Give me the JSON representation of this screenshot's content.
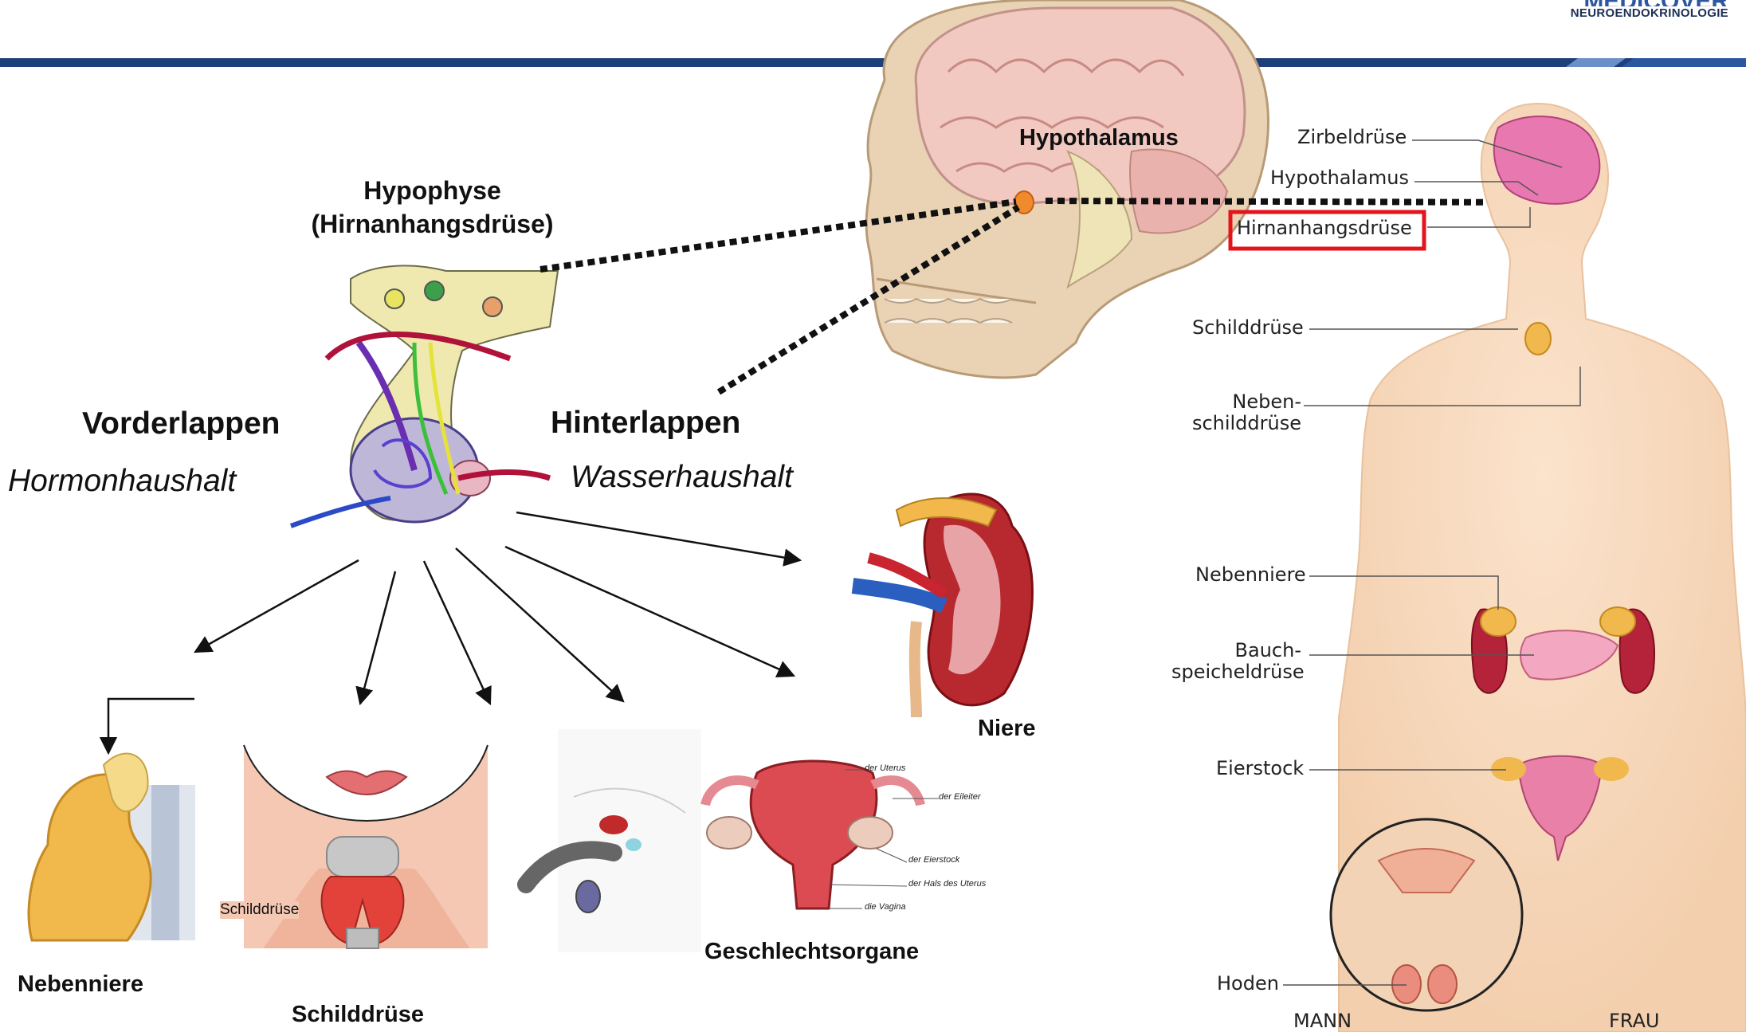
{
  "header": {
    "logo_text": "MEDICOVER",
    "logo_subtitle": "NEUROENDOKRINOLOGIE",
    "colors": {
      "bar": "#1f3f7a",
      "highlight": "#e3141b"
    }
  },
  "center": {
    "hypothalamus": "Hypothalamus",
    "hypophyse_line1": "Hypophyse",
    "hypophyse_line2": "(Hirnanhangsdrüse)",
    "vorderlappen": "Vorderlappen",
    "vorderlappen_role": "Hormonhaushalt",
    "hinterlappen": "Hinterlappen",
    "hinterlappen_role": "Wasserhaushalt"
  },
  "targets": {
    "nebenniere": "Nebenniere",
    "schilddruese": "Schilddrüse",
    "schilddruese_inset": "Schilddrüse",
    "geschlechtsorgane": "Geschlechtsorgane",
    "niere": "Niere",
    "uterus_labels": [
      "der Uterus",
      "der Eileiter",
      "der Eierstock",
      "der Hals des Uterus",
      "die Vagina"
    ]
  },
  "body_figure": {
    "zirbeldruese": "Zirbeldrüse",
    "hypothalamus": "Hypothalamus",
    "hirnanhangsdruese": "Hirnanhangsdrüse",
    "schilddruese": "Schilddrüse",
    "nebenschilddruese_1": "Neben-",
    "nebenschilddruese_2": "schilddrüse",
    "nebenniere": "Nebenniere",
    "bauch_1": "Bauch-",
    "bauch_2": "speicheldrüse",
    "eierstock": "Eierstock",
    "hoden": "Hoden",
    "mann": "MANN",
    "frau": "FRAU"
  }
}
